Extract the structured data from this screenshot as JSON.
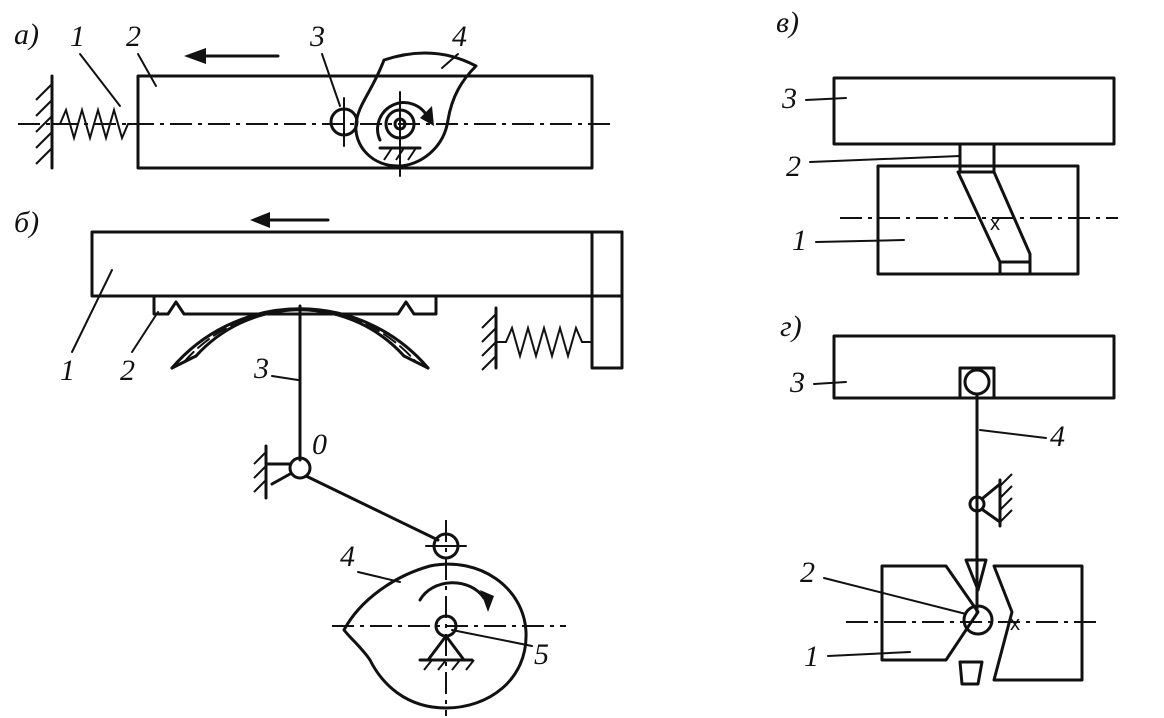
{
  "panels": {
    "a": {
      "letter": "а)",
      "labels": [
        "1",
        "2",
        "3",
        "4"
      ]
    },
    "b": {
      "letter": "б)",
      "labels": [
        "1",
        "2",
        "3",
        "0",
        "4",
        "5"
      ]
    },
    "v": {
      "letter": "в)",
      "labels": [
        "3",
        "2",
        "1"
      ],
      "axis_mark": "x"
    },
    "g": {
      "letter": "г)",
      "labels": [
        "3",
        "4",
        "2",
        "1"
      ],
      "axis_mark": "x"
    }
  }
}
